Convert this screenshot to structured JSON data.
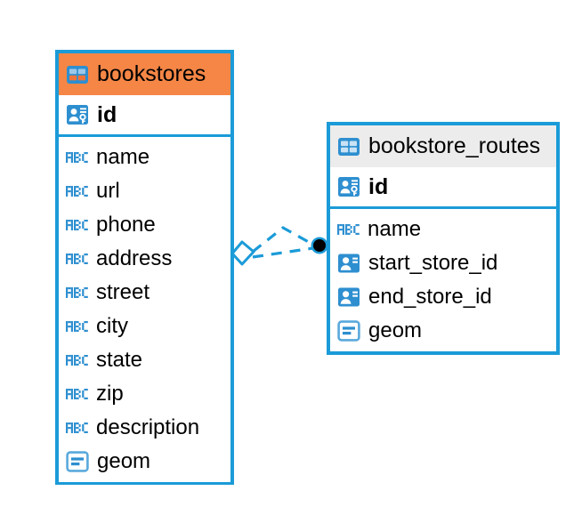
{
  "diagram": {
    "type": "er-diagram",
    "background": "#ffffff",
    "accent_color": "#1B9BD8",
    "selected_header_color": "#F58646",
    "unselected_header_color": "#ECECEC"
  },
  "tables": [
    {
      "name": "bookstores",
      "selected": true,
      "header_icon": "table-grid-icon",
      "primary_key": {
        "label": "id",
        "icon": "primary-key-icon"
      },
      "fields": [
        {
          "label": "name",
          "icon": "text-type-icon"
        },
        {
          "label": "url",
          "icon": "text-type-icon"
        },
        {
          "label": "phone",
          "icon": "text-type-icon"
        },
        {
          "label": "address",
          "icon": "text-type-icon"
        },
        {
          "label": "street",
          "icon": "text-type-icon"
        },
        {
          "label": "city",
          "icon": "text-type-icon"
        },
        {
          "label": "state",
          "icon": "text-type-icon"
        },
        {
          "label": "zip",
          "icon": "text-type-icon"
        },
        {
          "label": "description",
          "icon": "text-type-icon"
        },
        {
          "label": "geom",
          "icon": "geometry-type-icon"
        }
      ]
    },
    {
      "name": "bookstore_routes",
      "selected": false,
      "header_icon": "table-grid-icon",
      "primary_key": {
        "label": "id",
        "icon": "primary-key-icon"
      },
      "fields": [
        {
          "label": "name",
          "icon": "text-type-icon"
        },
        {
          "label": "start_store_id",
          "icon": "foreign-key-icon"
        },
        {
          "label": "end_store_id",
          "icon": "foreign-key-icon"
        },
        {
          "label": "geom",
          "icon": "geometry-type-icon"
        }
      ]
    }
  ],
  "relationship": {
    "style": "dashed",
    "color": "#1B9BD8",
    "source_endpoint": "diamond-outline",
    "target_endpoint": "filled-circle",
    "target_endpoint_color": "#000000"
  }
}
